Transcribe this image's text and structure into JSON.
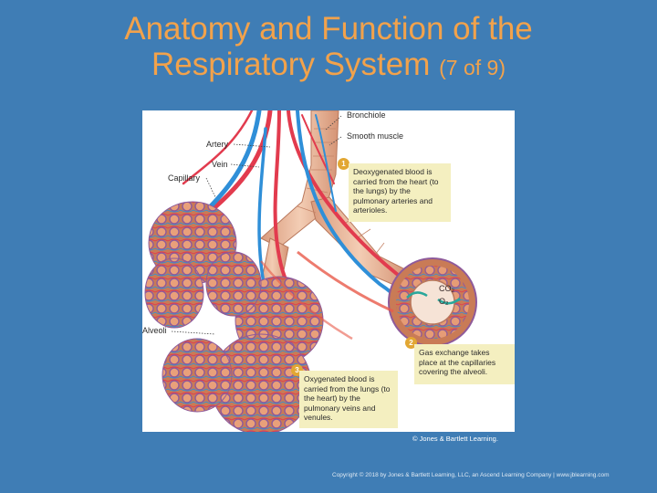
{
  "title": {
    "line1": "Anatomy and Function of the",
    "line2_main": "Respiratory System",
    "line2_sub": "(7 of 9)"
  },
  "figure": {
    "labels": {
      "bronchiole": "Bronchiole",
      "smooth_muscle": "Smooth muscle",
      "artery": "Artery",
      "vein": "Vein",
      "capillary": "Capillary",
      "alveoli": "Alveoli"
    },
    "callouts": [
      {
        "number": "1",
        "text": "Deoxygenated blood is carried from the heart (to the lungs) by the pulmonary arteries and arterioles."
      },
      {
        "number": "2",
        "text": "Gas exchange takes place at the capillaries covering the alveoli."
      },
      {
        "number": "3",
        "text": "Oxygenated blood is carried from the lungs (to the heart) by the pulmonary veins and venules."
      }
    ],
    "gases": {
      "co2": "CO₂",
      "o2": "O₂"
    },
    "credit": "© Jones & Bartlett Learning."
  },
  "footer": "Copyright © 2018 by Jones & Bartlett Learning, LLC, an Ascend Learning Company  |  www.jblearning.com",
  "colors": {
    "background": "#3f7db5",
    "title": "#f2a24b",
    "artery": "#e23b4e",
    "vein": "#2f8fd8",
    "bronchiole": "#e9b79a",
    "callout": "#f4efc0",
    "badge": "#e2a733"
  }
}
